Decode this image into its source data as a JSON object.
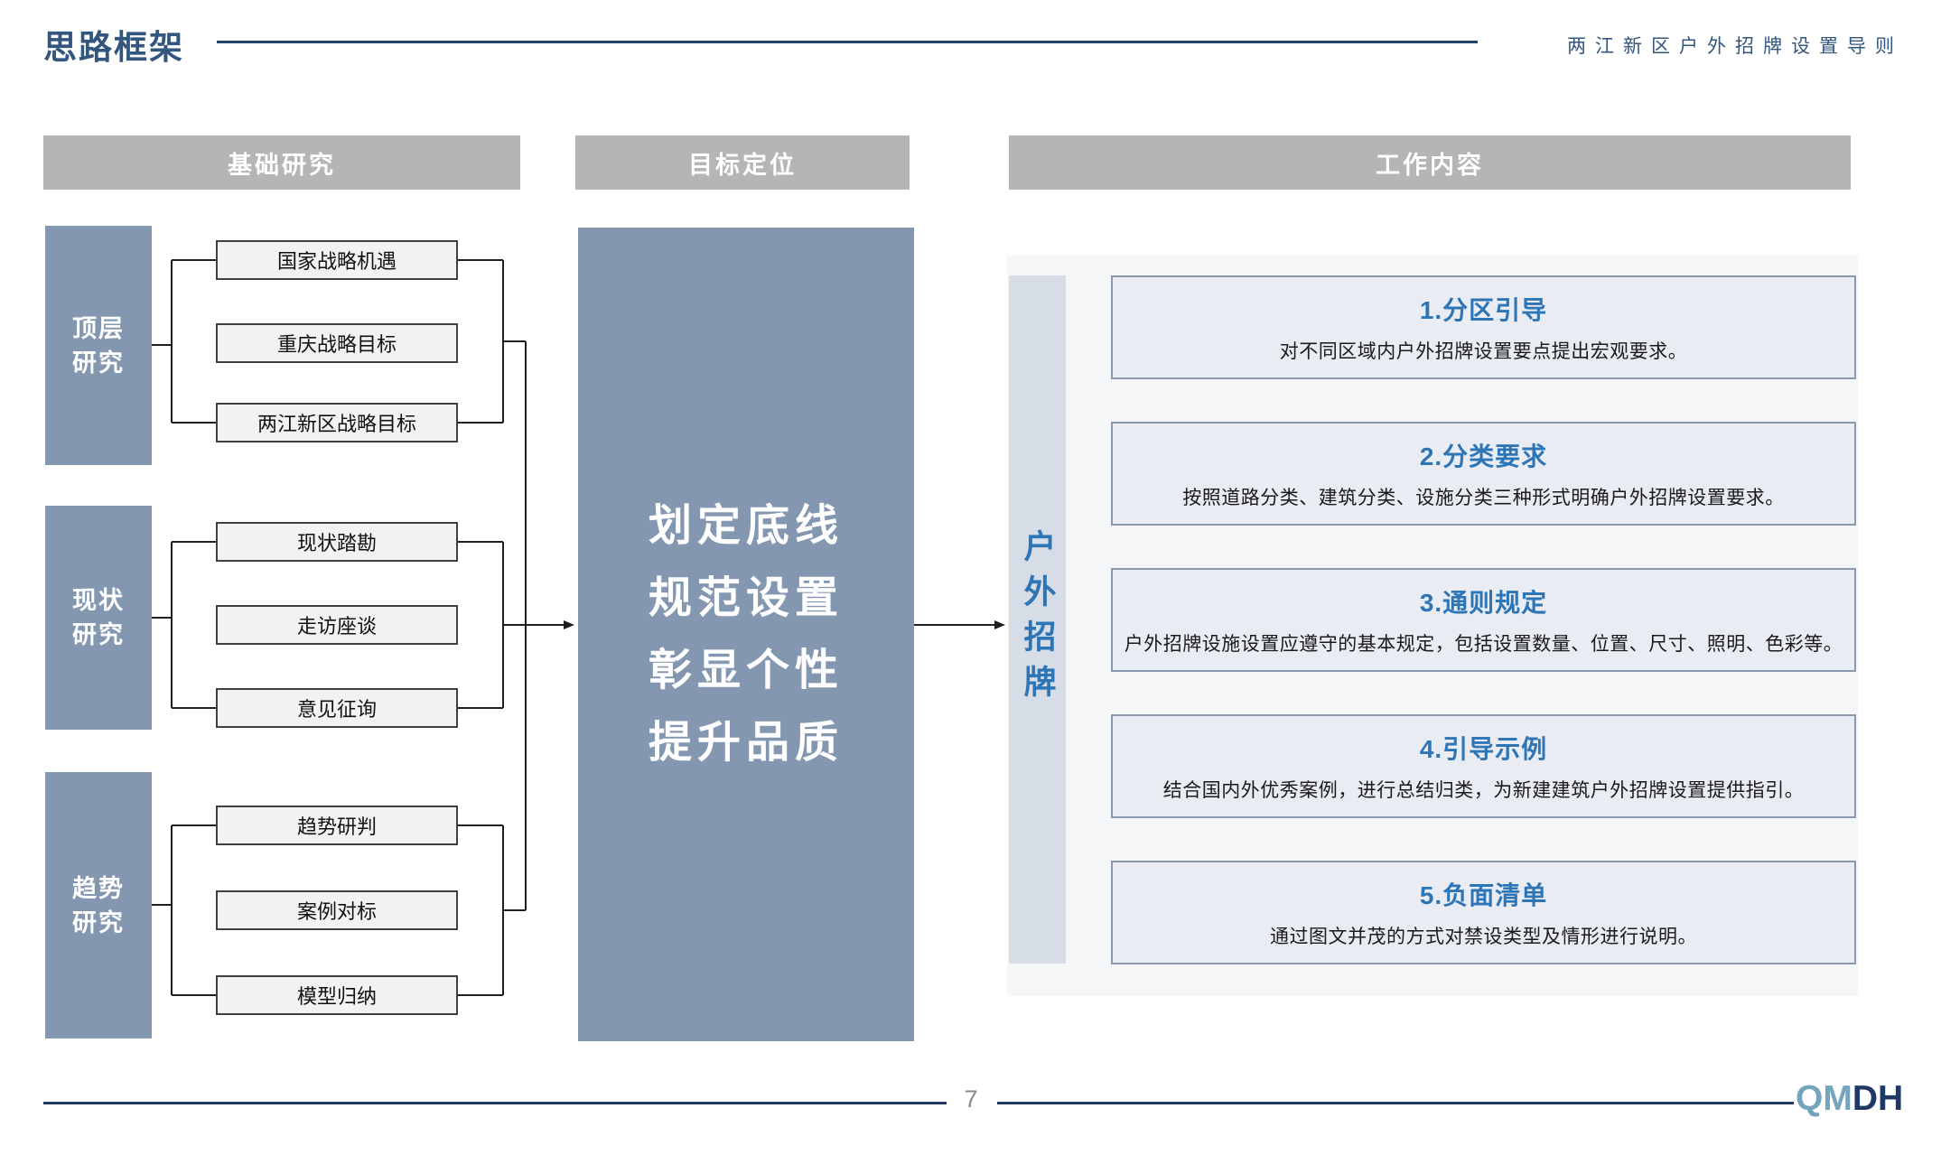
{
  "header": {
    "title": "思路框架",
    "right_label": "两江新区户外招牌设置导则"
  },
  "columns": {
    "basic_research": "基础研究",
    "goal_positioning": "目标定位",
    "work_content": "工作内容"
  },
  "research_groups": [
    {
      "label_top": "顶层",
      "label_bottom": "研究",
      "items": [
        "国家战略机遇",
        "重庆战略目标",
        "两江新区战略目标"
      ]
    },
    {
      "label_top": "现状",
      "label_bottom": "研究",
      "items": [
        "现状踏勘",
        "走访座谈",
        "意见征询"
      ]
    },
    {
      "label_top": "趋势",
      "label_bottom": "研究",
      "items": [
        "趋势研判",
        "案例对标",
        "模型归纳"
      ]
    }
  ],
  "goal_box": {
    "lines": [
      "划定底线",
      "规范设置",
      "彰显个性",
      "提升品质"
    ]
  },
  "work_section": {
    "side_label": "户外招牌",
    "items": [
      {
        "title": "1.分区引导",
        "desc": "对不同区域内户外招牌设置要点提出宏观要求。"
      },
      {
        "title": "2.分类要求",
        "desc": "按照道路分类、建筑分类、设施分类三种形式明确户外招牌设置要求。"
      },
      {
        "title": "3.通则规定",
        "desc": "户外招牌设施设置应遵守的基本规定，包括设置数量、位置、尺寸、照明、色彩等。"
      },
      {
        "title": "4.引导示例",
        "desc": "结合国内外优秀案例，进行总结归类，为新建建筑户外招牌设置提供指引。"
      },
      {
        "title": "5.负面清单",
        "desc": "通过图文并茂的方式对禁设类型及情形进行说明。"
      }
    ]
  },
  "footer": {
    "page_number": "7",
    "logo_left": "QM",
    "logo_right": "DH"
  },
  "colors": {
    "accent_blue": "#2e75b6",
    "slate_blue": "#8497b0",
    "dark_navy": "#1f3864",
    "header_navy": "#33567f",
    "bar_gray": "#b5b5b5",
    "panel_gray": "#f5f6f8",
    "column_bluegray": "#d7dde6",
    "workbox_fill": "#e9ecf3",
    "itembox_fill": "#f2f2f2"
  }
}
